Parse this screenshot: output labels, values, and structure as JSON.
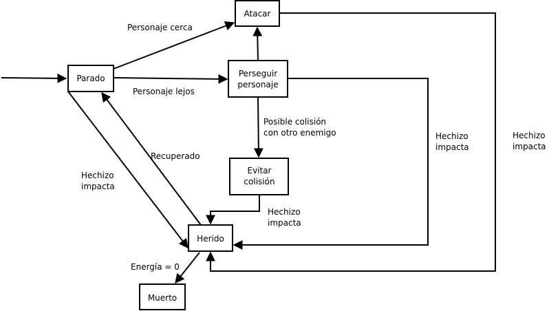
{
  "states": {
    "atacar": "Atacar",
    "parado": "Parado",
    "perseguir_1": "Perseguir",
    "perseguir_2": "personaje",
    "evitar_1": "Evitar",
    "evitar_2": "colisión",
    "herido": "Herido",
    "muerto": "Muerto"
  },
  "labels": {
    "personaje_cerca": "Personaje cerca",
    "personaje_lejos": "Personaje lejos",
    "posible_colision_1": "Posible colisión",
    "posible_colision_2": "con otro enemigo",
    "recuperado": "Recuperado",
    "hechizo_left_1": "Hechizo",
    "hechizo_left_2": "impacta",
    "hechizo_evitar_1": "Hechizo",
    "hechizo_evitar_2": "impacta",
    "hechizo_perseguir_1": "Hechizo",
    "hechizo_perseguir_2": "impacta",
    "hechizo_atacar_1": "Hechizo",
    "hechizo_atacar_2": "impacta",
    "energia_cero": "Energía = 0"
  }
}
